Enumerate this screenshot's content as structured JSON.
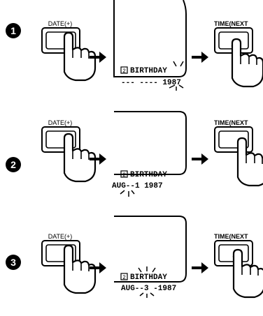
{
  "steps": [
    {
      "number": "1",
      "left_button_label": "DATE(+)",
      "right_button_label": "TIME(NEXT",
      "display_slot": "2",
      "display_line1": "BIRTHDAY",
      "display_line2": "--- ---- 1987"
    },
    {
      "number": "2",
      "left_button_label": "DATE(+)",
      "right_button_label": "TIME(NEXT",
      "display_slot": "2",
      "display_line1": "BIRTHDAY",
      "display_line2": "AUG--1 1987"
    },
    {
      "number": "3",
      "left_button_label": "DATE(+)",
      "right_button_label": "TIME(NEXT",
      "display_slot": "2",
      "display_line1": "BIRTHDAY",
      "display_line2": "AUG--3 -1987"
    }
  ]
}
